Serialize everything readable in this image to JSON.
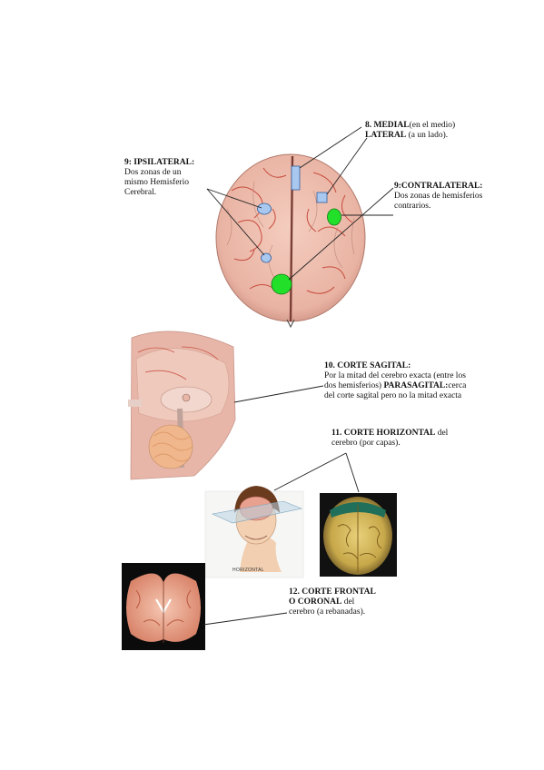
{
  "ipsilateral": {
    "title": "9: IPSILATERAL:",
    "line1": "Dos zonas de un",
    "line2": "mismo Hemisferio",
    "line3": "Cerebral."
  },
  "medial": {
    "title": "8. MEDIAL",
    "note": "(en el medio)",
    "lateral_title": "LATERAL",
    "lateral_note": " (a un lado)."
  },
  "contralateral": {
    "title": "9:CONTRALATERAL:",
    "line1": "Dos zonas de hemisferios",
    "line2": "contrarios."
  },
  "sagital": {
    "title": "10. CORTE SAGITAL:",
    "line1": "Por la mitad del cerebro exacta (entre los",
    "line2a": "dos hemisferios) ",
    "parasagital": "PARASAGITAL:",
    "line2b": "cerca",
    "line3": "del corte sagital pero no la mitad exacta"
  },
  "horizontal": {
    "title": "11. CORTE HORIZONTAL",
    "title_rest": " del",
    "line1": "cerebro (por capas).",
    "figure_caption": "HORIZONTAL"
  },
  "frontal": {
    "title1": "12. CORTE FRONTAL",
    "title2": "O CORONAL",
    "title2_rest": " del",
    "line1": "cerebro (a rebanadas)."
  },
  "colors": {
    "brain": "#ecb8aa",
    "vessel": "#c0392b",
    "marker_blue": "#a9c8f0",
    "marker_green": "#22e02a",
    "coronal_bg": "#0b0b0b"
  }
}
